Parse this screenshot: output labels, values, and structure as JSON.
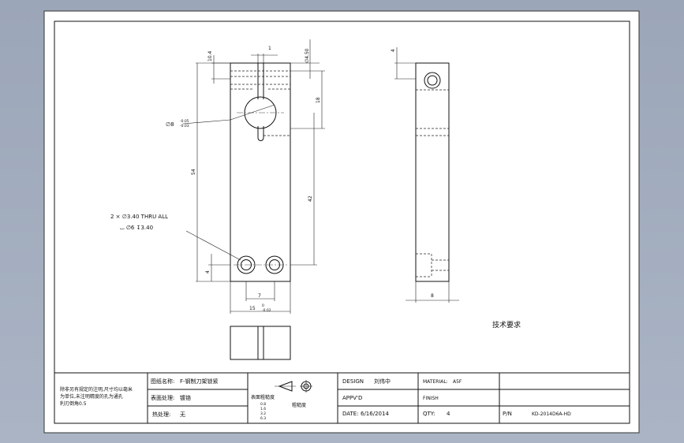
{
  "dimensions": {
    "slot_width": "1",
    "hole_small_dia": "∅4.50",
    "top_offset": "10.4",
    "hole_depth": "18",
    "total_length": "54",
    "hole_spacing": "42",
    "bore_tolerance": "∅8",
    "tol_upper": "-0.05",
    "tol_lower": "-0.03",
    "bottom_offset": "4",
    "pitch": "7",
    "width": "15",
    "width_tol_upper": "0",
    "width_tol_lower": "-0.02",
    "side_top": "4",
    "side_width": "8",
    "note_holes": "2 × ∅3.40 THRU ALL",
    "note_cbore": "⌴ ∅6 ↧3.40"
  },
  "tech_requirements": "技术要求",
  "title_block": {
    "note_line1": "除非另有规定的注明,尺寸均以毫米",
    "note_line2": "为单位,未注明精度的孔为通孔",
    "note_line3": "利刃倒角0.5",
    "part_name_label": "图纸名称:",
    "part_name_value": "F-钢制刀架锁紧",
    "surface_label": "表面处理:",
    "surface_value": "镀铬",
    "heat_label": "热处理:",
    "heat_value": "无",
    "roughness_label": "表面粗糙度",
    "r1": "0.8",
    "r2": "1.6",
    "r3": "3.2",
    "r4": "6.3",
    "ra_label": "粗糙度",
    "design_label": "DESIGN",
    "design_value": "刘伟中",
    "material_label": "MATERIAL:",
    "material_value": "A5F",
    "appvd_label": "APPV'D",
    "finish_label": "FINISH",
    "date_label": "DATE:",
    "date_value": "6/16/2014",
    "qty_label": "QTY:",
    "qty_value": "4",
    "pn_label": "P/N",
    "pn_value": "KD-2014D6A-HD"
  }
}
